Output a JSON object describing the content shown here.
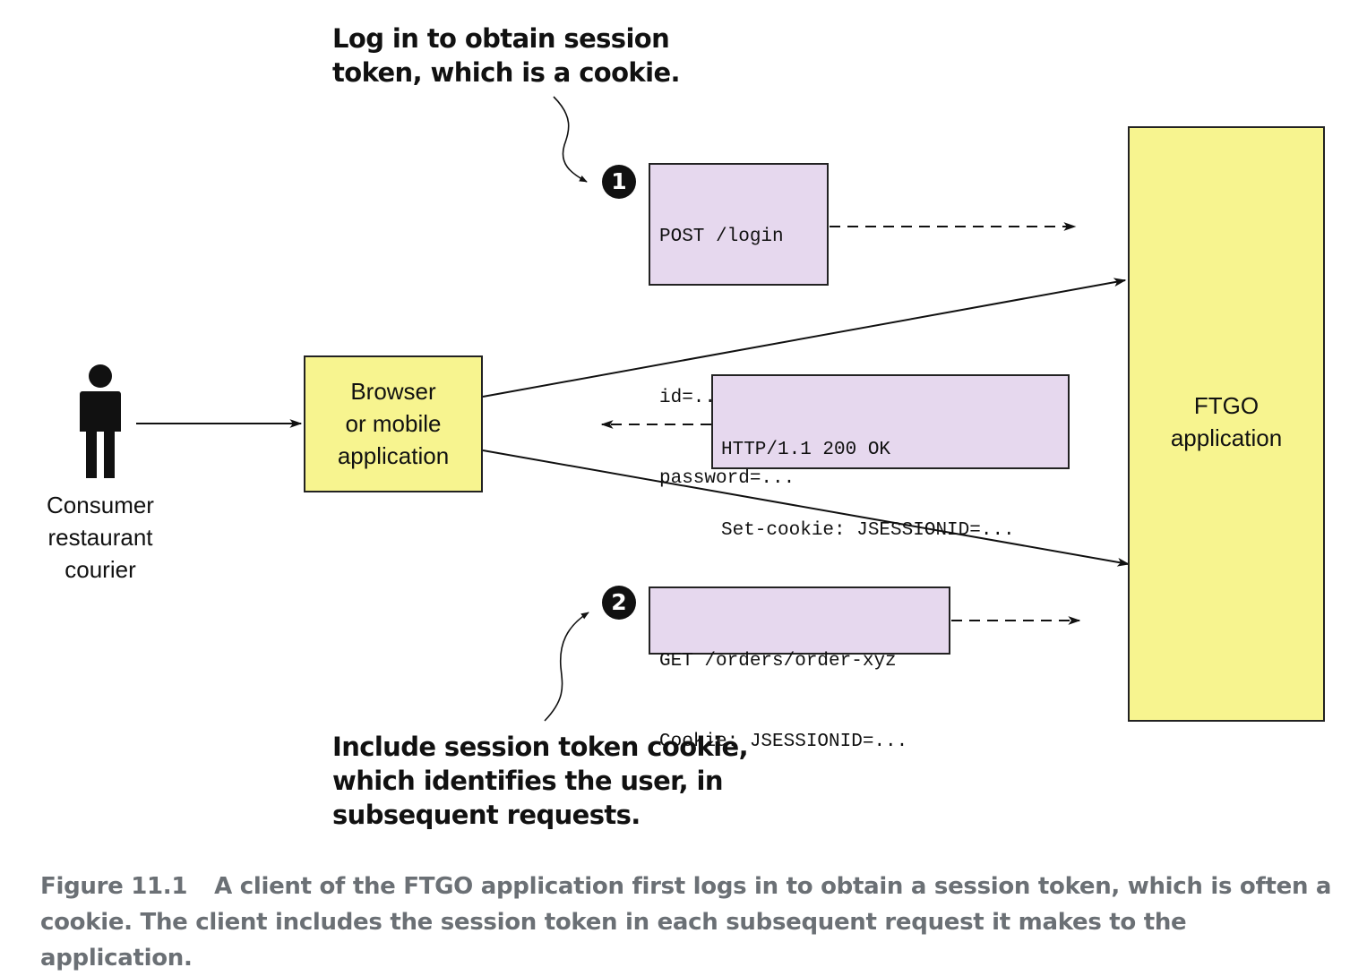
{
  "callouts": {
    "login_note": [
      "Log in to obtain session",
      "token, which is a cookie."
    ],
    "include_note": [
      "Include session token cookie,",
      "which identifies the user, in",
      "subsequent requests."
    ]
  },
  "actor": {
    "icon": "person-icon",
    "label": [
      "Consumer",
      "restaurant",
      "courier"
    ]
  },
  "client_box": [
    "Browser",
    "or mobile",
    "application"
  ],
  "server_box": [
    "FTGO",
    "application"
  ],
  "messages": {
    "login_request": {
      "number": "1",
      "lines": [
        "POST /login",
        "",
        "id=...",
        "password=..."
      ]
    },
    "login_response": {
      "lines": [
        "HTTP/1.1 200 OK",
        "Set-cookie: JSESSIONID=...",
        "..."
      ]
    },
    "order_request": {
      "number": "2",
      "lines": [
        "GET /orders/order-xyz",
        "Cookie: JSESSIONID=..."
      ]
    }
  },
  "caption": {
    "figure": "Figure 11.1",
    "text": "A client of the FTGO application first logs in to obtain a session token, which is often a cookie. The client includes the session token in each subsequent request it makes to the application."
  },
  "colors": {
    "box_yellow": "#f7f48f",
    "box_lilac": "#e6d8ee",
    "caption_gray": "#6b7075"
  }
}
